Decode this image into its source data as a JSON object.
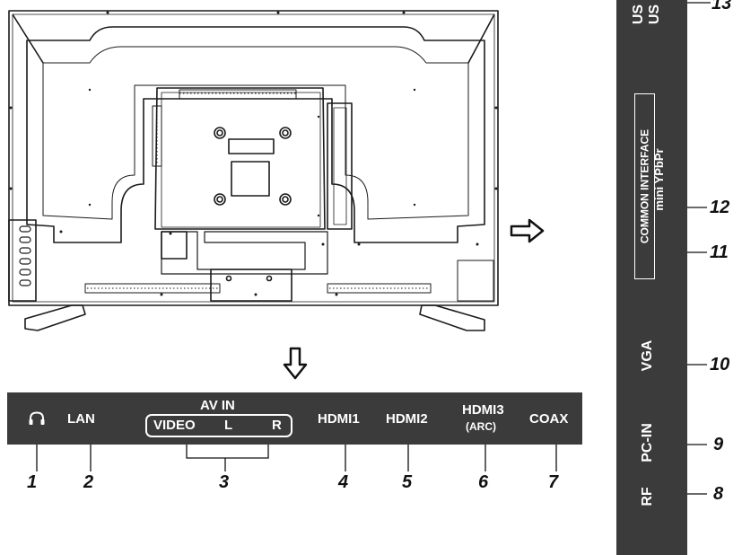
{
  "bottom_panel": {
    "headphone_icon": "headphone-icon",
    "lan": "LAN",
    "av_in": "AV IN",
    "video": "VIDEO",
    "l": "L",
    "r": "R",
    "hdmi1": "HDMI1",
    "hdmi2": "HDMI2",
    "hdmi3": "HDMI3",
    "arc": "(ARC)",
    "coax": "COAX"
  },
  "side_panel": {
    "usb_top": "US",
    "usb_bottom": "US",
    "common_interface": "COMMON INTERFACE",
    "mini_ypbpr": "mini YPbPr",
    "vga": "VGA",
    "pc_in": "PC-IN",
    "rf": "RF"
  },
  "callouts": {
    "c1": "1",
    "c2": "2",
    "c3": "3",
    "c4": "4",
    "c5": "5",
    "c6": "6",
    "c7": "7",
    "c8": "8",
    "c9": "9",
    "c10": "10",
    "c11": "11",
    "c12": "12",
    "c13": "13"
  },
  "colors": {
    "panel": "#3b3b3b",
    "line": "#111111",
    "text_on_panel": "#ffffff"
  }
}
